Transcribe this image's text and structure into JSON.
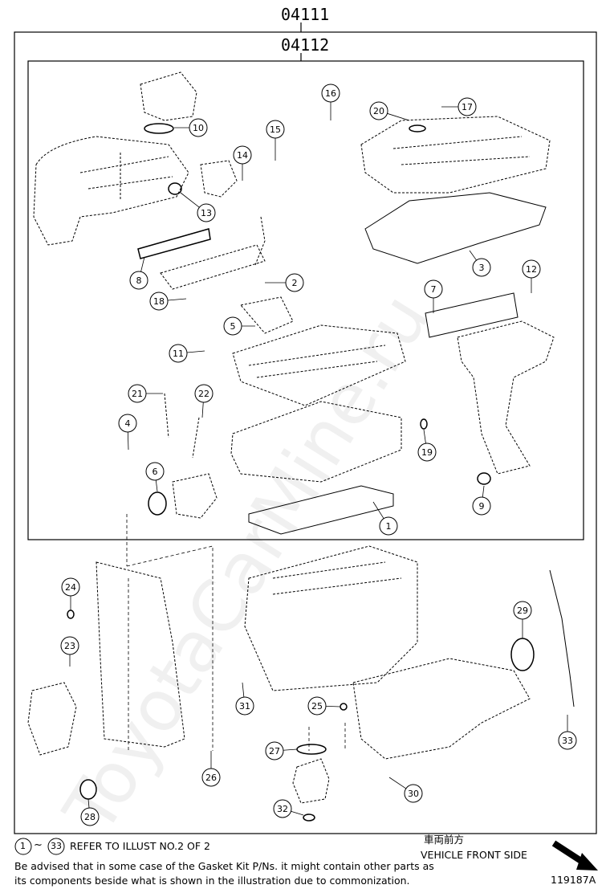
{
  "header": {
    "kit_number": "04111",
    "sub_kit_number": "04112"
  },
  "callouts": [
    {
      "n": "1"
    },
    {
      "n": "2"
    },
    {
      "n": "3"
    },
    {
      "n": "4"
    },
    {
      "n": "5"
    },
    {
      "n": "6"
    },
    {
      "n": "7"
    },
    {
      "n": "8"
    },
    {
      "n": "9"
    },
    {
      "n": "10"
    },
    {
      "n": "11"
    },
    {
      "n": "12"
    },
    {
      "n": "13"
    },
    {
      "n": "14"
    },
    {
      "n": "15"
    },
    {
      "n": "16"
    },
    {
      "n": "17"
    },
    {
      "n": "18"
    },
    {
      "n": "19"
    },
    {
      "n": "20"
    },
    {
      "n": "21"
    },
    {
      "n": "22"
    },
    {
      "n": "23"
    },
    {
      "n": "24"
    },
    {
      "n": "25"
    },
    {
      "n": "26"
    },
    {
      "n": "27"
    },
    {
      "n": "28"
    },
    {
      "n": "29"
    },
    {
      "n": "30"
    },
    {
      "n": "31"
    },
    {
      "n": "32"
    },
    {
      "n": "33"
    }
  ],
  "footer": {
    "range_start": "1",
    "range_end": "33",
    "range_sep": "~",
    "refer_text": "REFER TO ILLUST NO.2 OF 2",
    "advisory_line1": "Be advised that in some case of the Gasket Kit P/Ns.  it might contain other parts as",
    "advisory_line2": "its components beside what is shown in the illustration due to commonization.",
    "direction_jp": "車両前方",
    "direction_en": "VEHICLE FRONT SIDE",
    "illustration_id": "119187A"
  },
  "watermark": "ToyotaCarMine.ru",
  "colors": {
    "line": "#000000",
    "background": "#ffffff",
    "watermark": "#e8e8e8"
  }
}
